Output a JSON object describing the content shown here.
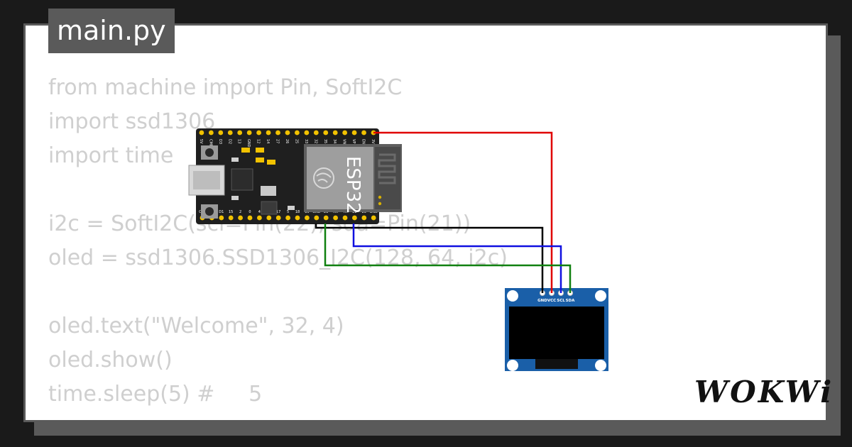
{
  "tab": {
    "label": "main.py"
  },
  "code": {
    "lines": [
      "from machine import Pin, SoftI2C",
      "import ssd1306",
      "import time",
      "",
      "i2c = SoftI2C(scl=Pin(22), sda=Pin(21))",
      "oled = ssd1306.SSD1306_I2C(128, 64, i2c)",
      "",
      "oled.text(\"Welcome\", 32, 4)",
      "oled.show()",
      "time.sleep(5) #     5"
    ]
  },
  "esp32": {
    "chip_label": "ESP32",
    "top_pins": [
      "3V3",
      "EN",
      "VP",
      "VN",
      "34",
      "35",
      "32",
      "33",
      "25",
      "26",
      "27",
      "14",
      "12",
      "GND",
      "13",
      "D2",
      "D3",
      "CMD",
      "5V"
    ],
    "bottom_pins": [
      "CLK",
      "D0",
      "D1",
      "15",
      "2",
      "0",
      "4",
      "16",
      "17",
      "5",
      "18",
      "19",
      "GND",
      "21",
      "RX",
      "TX",
      "22",
      "23",
      "GND"
    ]
  },
  "oled": {
    "pins": [
      "GND",
      "VCC",
      "SCL",
      "SDA"
    ]
  },
  "wires": [
    {
      "name": "vcc-wire",
      "color": "#e00000"
    },
    {
      "name": "gnd-wire",
      "color": "#000000"
    },
    {
      "name": "scl-wire",
      "color": "#1010e0"
    },
    {
      "name": "sda-wire",
      "color": "#108010"
    }
  ],
  "colors": {
    "board": "#1f1f1f",
    "pin_gold": "#f2c200",
    "oled_pcb": "#1a5fa8",
    "code_text": "#cfcfcf",
    "frame": "#5a5a5a"
  },
  "brand": {
    "logo": "WOKWi"
  }
}
